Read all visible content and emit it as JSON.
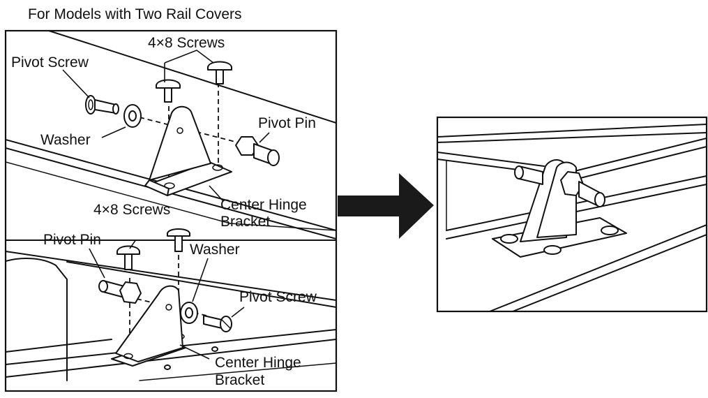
{
  "title": "For Models with Two Rail Covers",
  "top_panel": {
    "screws_label": "4×8 Screws",
    "pivot_screw_label": "Pivot Screw",
    "washer_label": "Washer",
    "pivot_pin_label": "Pivot Pin",
    "bracket_label_line1": "Center Hinge",
    "bracket_label_line2": "Bracket"
  },
  "bottom_panel": {
    "screws_label": "4×8 Screws",
    "pivot_pin_label": "Pivot Pin",
    "washer_label": "Washer",
    "pivot_screw_label": "Pivot Screw",
    "bracket_label_line1": "Center Hinge",
    "bracket_label_line2": "Bracket"
  },
  "colors": {
    "ink": "#111111",
    "arrow": "#1a1a1a",
    "background": "#ffffff"
  }
}
